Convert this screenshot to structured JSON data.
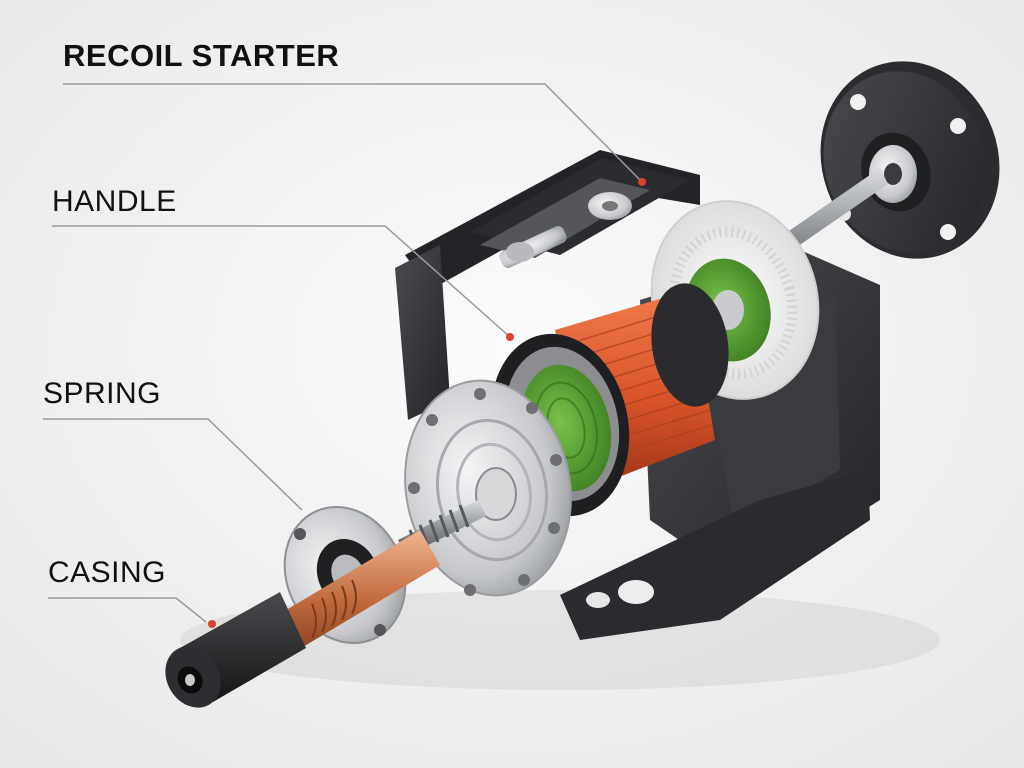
{
  "diagram": {
    "title": "RECOIL STARTER",
    "callouts": [
      {
        "id": "handle",
        "label": "HANDLE"
      },
      {
        "id": "spring",
        "label": "SPRING"
      },
      {
        "id": "casing",
        "label": "CASING"
      }
    ]
  },
  "colors": {
    "background": "#f3f3f3",
    "housing": "#2f3033",
    "copper_coil": "#d9542a",
    "green_winding": "#4f9a2e",
    "metal": "#c9cbce",
    "marker": "#e0402a",
    "leader_line": "#9a9a9a"
  }
}
